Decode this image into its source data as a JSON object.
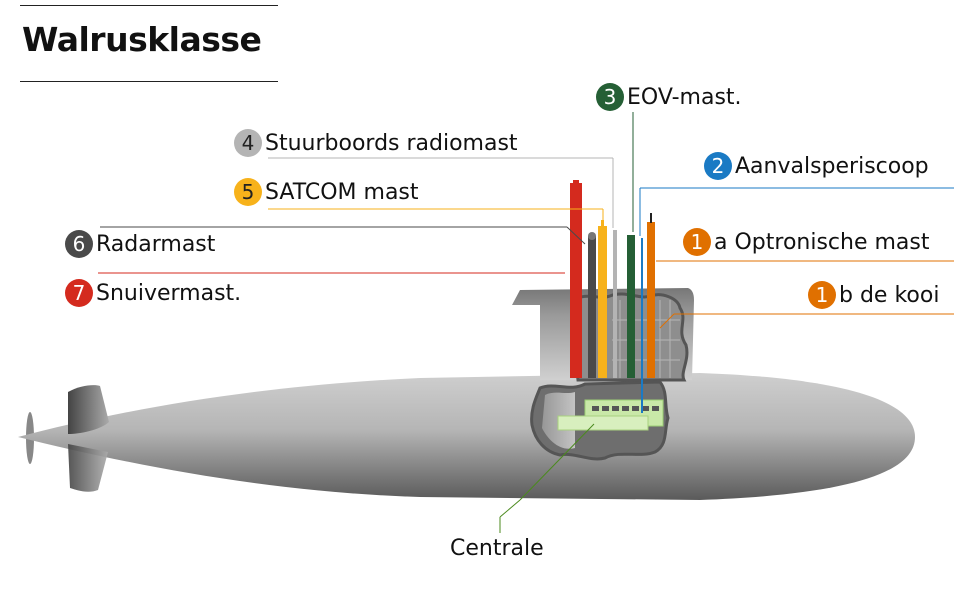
{
  "title": "Walrusklasse",
  "colors": {
    "m1": "#e07000",
    "m2": "#1a7ac4",
    "m3": "#255f35",
    "m4": "#b4b4b4",
    "m5": "#f7b21b",
    "m6": "#4a4a4a",
    "m7": "#d42a1e",
    "centrale": "#4b8a1e"
  },
  "labels": {
    "m3": {
      "num": "3",
      "text": "EOV-mast."
    },
    "m4": {
      "num": "4",
      "text": "Stuurboords radiomast"
    },
    "m2": {
      "num": "2",
      "text": "Aanvalsperiscoop"
    },
    "m5": {
      "num": "5",
      "text": "SATCOM mast"
    },
    "m1a": {
      "num": "1",
      "text": "a Optronische mast"
    },
    "m6": {
      "num": "6",
      "text": "Radarmast"
    },
    "m1b": {
      "num": "1",
      "text": "b de kooi"
    },
    "m7": {
      "num": "7",
      "text": "Snuivermast."
    },
    "centrale": {
      "text": "Centrale"
    }
  }
}
